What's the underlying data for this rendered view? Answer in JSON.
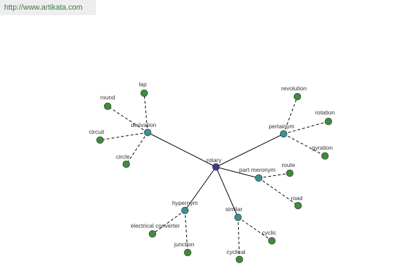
{
  "watermark": {
    "url": "http://www.artikata.com"
  },
  "colors": {
    "center_node": "#3c3c8c",
    "relation_node": "#3f8f8f",
    "leaf_node": "#3f8a3f",
    "edge": "#000000",
    "label": "#333333"
  },
  "graph": {
    "center": {
      "id": "rotary",
      "label": "rotary"
    },
    "relations": [
      {
        "id": "derivation",
        "label": "derivation",
        "leaves": [
          {
            "id": "lap",
            "label": "lap"
          },
          {
            "id": "round",
            "label": "round"
          },
          {
            "id": "circuit",
            "label": "circuit"
          },
          {
            "id": "circle",
            "label": "circle"
          }
        ]
      },
      {
        "id": "pertainym",
        "label": "pertainym",
        "leaves": [
          {
            "id": "revolution",
            "label": "revolution"
          },
          {
            "id": "rotation",
            "label": "rotation"
          },
          {
            "id": "gyration",
            "label": "gyration"
          }
        ]
      },
      {
        "id": "part-meronym",
        "label": "part meronym",
        "leaves": [
          {
            "id": "route",
            "label": "route"
          },
          {
            "id": "road",
            "label": "road"
          }
        ]
      },
      {
        "id": "hypernym",
        "label": "hypernym",
        "leaves": [
          {
            "id": "electrical-converter",
            "label": "electrical converter"
          },
          {
            "id": "junction",
            "label": "junction"
          }
        ]
      },
      {
        "id": "similar",
        "label": "similar",
        "leaves": [
          {
            "id": "cyclic",
            "label": "cyclic"
          },
          {
            "id": "cyclical",
            "label": "cyclical"
          }
        ]
      }
    ]
  }
}
